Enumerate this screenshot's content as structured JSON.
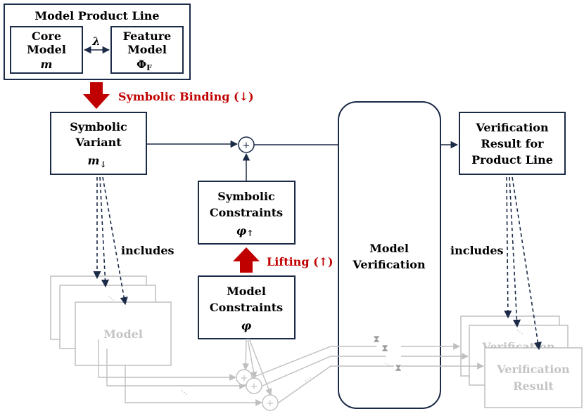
{
  "product_line": {
    "title": "Model Product Line",
    "core_model": {
      "line1": "Core",
      "line2": "Model",
      "symbol": "m"
    },
    "feature_model": {
      "line1": "Feature",
      "line2": "Model",
      "symbol": "Φ",
      "subscript": "F"
    },
    "relation_symbol": "λ"
  },
  "symbolic_binding": {
    "label": "Symbolic Binding (↓)"
  },
  "symbolic_variant": {
    "line1": "Symbolic",
    "line2": "Variant",
    "symbol": "m",
    "subscript": "↓"
  },
  "plus_symbol": "+",
  "symbolic_constraints": {
    "line1": "Symbolic",
    "line2": "Constraints",
    "symbol": "φ",
    "subscript": "↑"
  },
  "lifting": {
    "label": "Lifting (↑)"
  },
  "model_constraints": {
    "line1": "Model",
    "line2": "Constraints",
    "symbol": "φ"
  },
  "model_verification": {
    "line1": "Model",
    "line2": "Verification"
  },
  "verification_result_pl": {
    "line1": "Verification",
    "line2": "Result for",
    "line3": "Product Line"
  },
  "includes_left": "includes",
  "includes_right": "includes",
  "model_stack": {
    "label": "Model"
  },
  "verification_stack": {
    "line1": "Verification",
    "line2": "Result",
    "back_label": "Verification"
  },
  "ellipsis": "…",
  "hourglass": "⧗",
  "colors": {
    "dark": "#1b2a47",
    "red": "#c00000",
    "gray": "#bfbfbf",
    "grayText": "#c4c4c4"
  }
}
